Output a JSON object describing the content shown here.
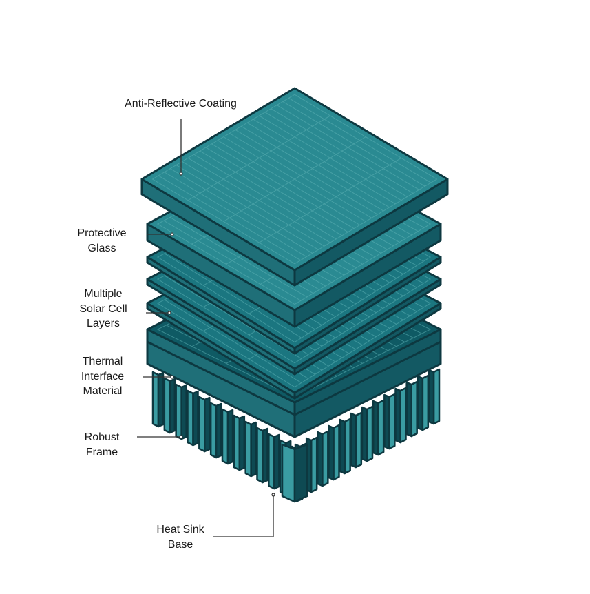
{
  "labels": {
    "anti_reflective": "Anti-Reflective Coating",
    "protective_glass": "Protective\nGlass",
    "solar_cells": "Multiple\nSolar Cell\nLayers",
    "thermal_interface": "Thermal\nInterface\nMaterial",
    "robust_frame": "Robust\nFrame",
    "heat_sink": "Heat Sink\nBase"
  },
  "colors": {
    "outline": "#0d3840",
    "top_face": "#2a8a92",
    "side_left": "#1f6f78",
    "side_right": "#135963",
    "layer_face": "#1b7680",
    "thermal_face": "#0f5a64",
    "fin_light": "#3a9ca2",
    "fin_dark": "#0e4a53",
    "cell_line": "#5fb2b5",
    "leader": "#333333"
  }
}
